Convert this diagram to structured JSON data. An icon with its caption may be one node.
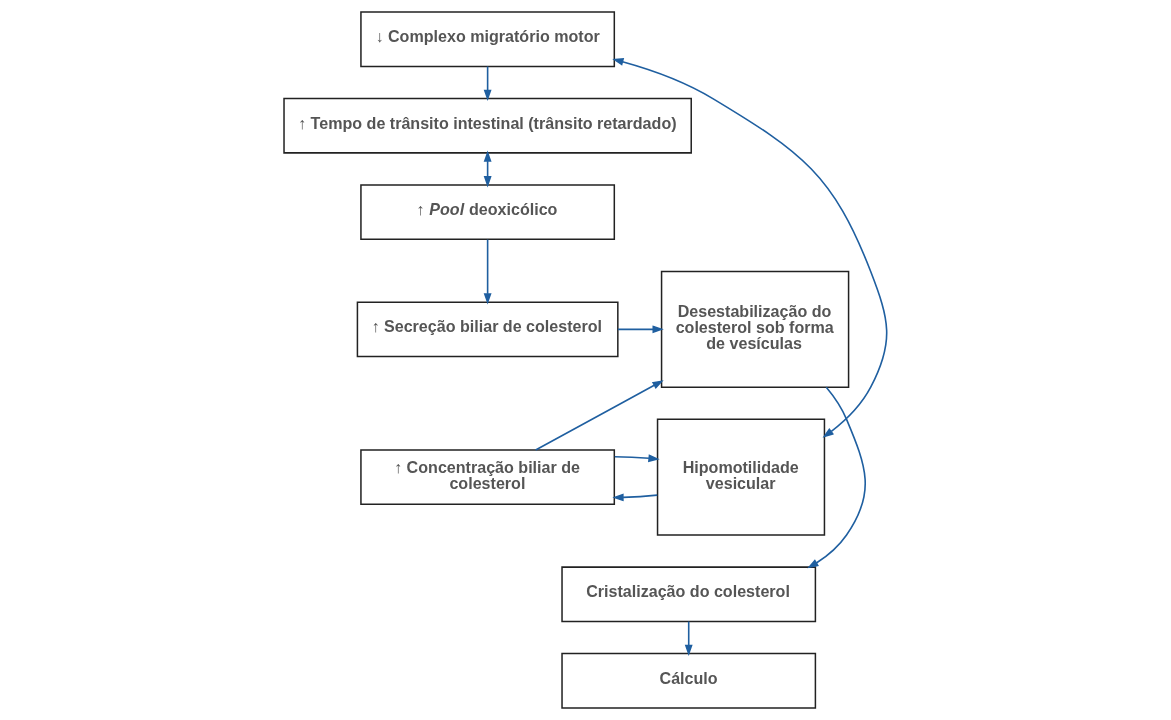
{
  "diagram": {
    "nodes": [
      {
        "text": [
          "↓ Complexo migratório motor"
        ]
      },
      {
        "text": [
          "↑ Tempo de trânsito intestinal (trânsito retardado)"
        ]
      },
      {
        "text": [
          "↑ *Pool* deoxicólico"
        ]
      },
      {
        "text": [
          "↑ Secreção biliar de colesterol"
        ]
      },
      {
        "text": [
          "Desestabilização do colesterol sob forma de vesículas"
        ]
      },
      {
        "text": [
          "Hipomotilidade vesicular"
        ]
      },
      {
        "text": [
          "↑ Concentração biliar de colesterol"
        ]
      },
      {
        "text": [
          "Cristalização do colesterol"
        ]
      },
      {
        "text": [
          "Cálculo"
        ]
      }
    ],
    "edges": [
      {
        "from": 5,
        "to": 0,
        "arrow": "both"
      },
      {
        "from": 0,
        "to": 1,
        "arrow": "to"
      },
      {
        "from": 1,
        "to": 2,
        "arrow": "both"
      },
      {
        "from": 2,
        "to": 3,
        "arrow": "to"
      },
      {
        "from": 3,
        "to": 4,
        "arrow": "to"
      },
      {
        "from": 5,
        "to": 6,
        "arrow": "to"
      },
      {
        "from": 6,
        "to": 5,
        "arrow": "to"
      },
      {
        "from": 6,
        "to": 4,
        "arrow": "to"
      },
      {
        "from": 4,
        "to": 7,
        "arrow": "to"
      },
      {
        "from": 7,
        "to": 8,
        "arrow": "to"
      }
    ]
  }
}
